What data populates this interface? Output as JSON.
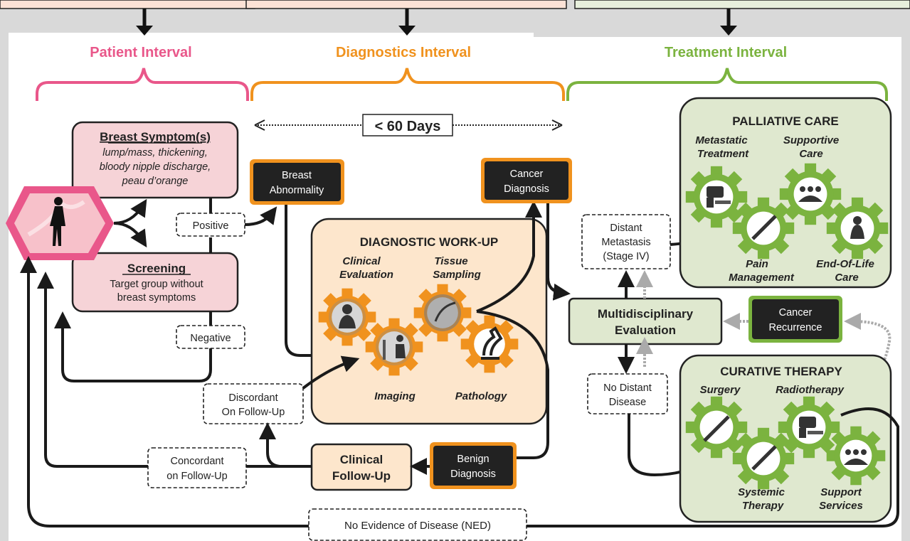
{
  "intervals": {
    "patient": "Patient Interval",
    "diagnostics": "Diagnostics Interval",
    "treatment": "Treatment Interval"
  },
  "timeline_label": "< 60 Days",
  "breast_symptoms": {
    "title": "Breast Symptom(s)",
    "line1": "lump/mass, thickening,",
    "line2": "bloody nipple discharge,",
    "line3": "peau d’orange"
  },
  "screening": {
    "title": "Screening",
    "line1": "Target group without",
    "line2": "breast symptoms"
  },
  "positive": "Positive",
  "negative": "Negative",
  "breast_abnormality": {
    "line1": "Breast",
    "line2": "Abnormality"
  },
  "cancer_diagnosis": {
    "line1": "Cancer",
    "line2": "Diagnosis"
  },
  "diagnostic_workup": {
    "title": "DIAGNOSTIC WORK-UP",
    "clinical1": "Clinical",
    "clinical2": "Evaluation",
    "tissue1": "Tissue",
    "tissue2": "Sampling",
    "imaging": "Imaging",
    "pathology": "Pathology"
  },
  "discordant": {
    "line1": "Discordant",
    "line2": "On Follow-Up"
  },
  "concordant": {
    "line1": "Concordant",
    "line2": "on Follow-Up"
  },
  "clinical_followup": {
    "line1": "Clinical",
    "line2": "Follow-Up"
  },
  "benign_diagnosis": {
    "line1": "Benign",
    "line2": "Diagnosis"
  },
  "distant_metastasis": {
    "line1": "Distant",
    "line2": "Metastasis",
    "line3": "(Stage IV)"
  },
  "multidisciplinary": {
    "line1": "Multidisciplinary",
    "line2": "Evaluation"
  },
  "cancer_recurrence": {
    "line1": "Cancer",
    "line2": "Recurrence"
  },
  "no_distant": {
    "line1": "No Distant",
    "line2": "Disease"
  },
  "palliative": {
    "title": "PALLIATIVE CARE",
    "meta1": "Metastatic",
    "meta2": "Treatment",
    "supp1": "Supportive",
    "supp2": "Care",
    "pain1": "Pain",
    "pain2": "Management",
    "eol1": "End-Of-Life",
    "eol2": "Care"
  },
  "curative": {
    "title": "CURATIVE THERAPY",
    "surgery": "Surgery",
    "radiotherapy": "Radiotherapy",
    "systemic1": "Systemic",
    "systemic2": "Therapy",
    "support1": "Support",
    "support2": "Services"
  },
  "ned": "No Evidence of Disease (NED)",
  "colors": {
    "patient": "#e9578a",
    "diagnostics": "#f0921e",
    "treatment": "#7bb33f",
    "pink_fill": "#f6d3d7",
    "orange_fill": "#fde6cc",
    "green_fill": "#dfe8cf"
  }
}
